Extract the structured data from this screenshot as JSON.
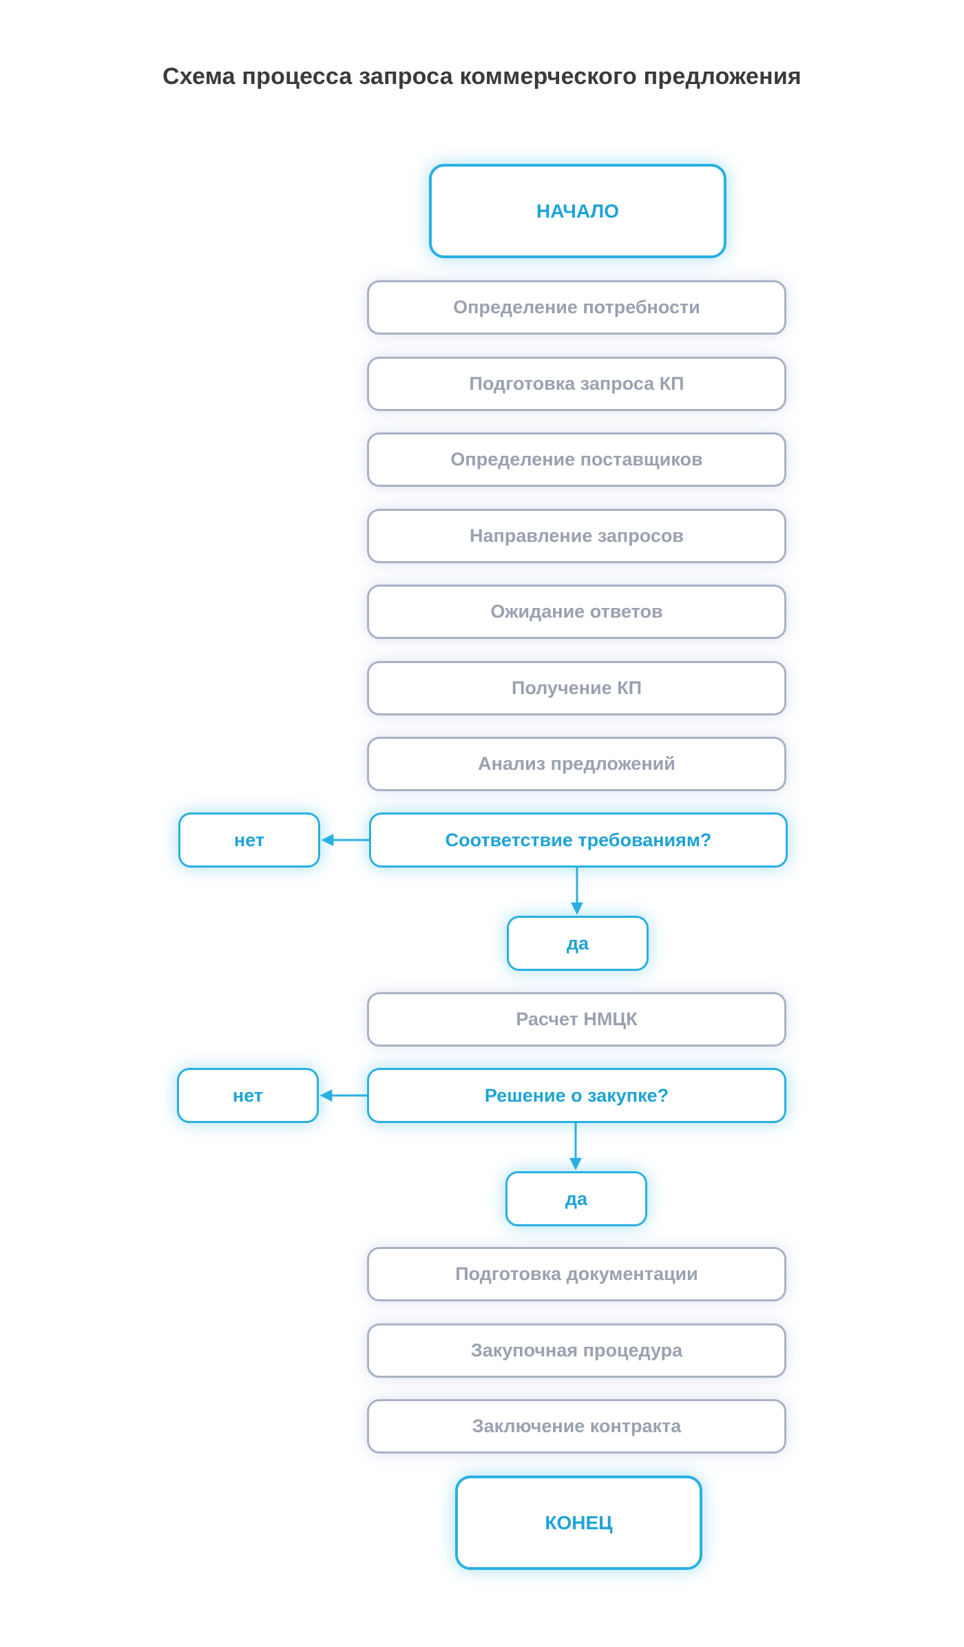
{
  "title": "Схема процесса запроса коммерческого предложения",
  "start": "НАЧАЛО",
  "steps_a": [
    "Определение потребности",
    "Подготовка запроса КП",
    "Определение поставщиков",
    "Направление запросов",
    "Ожидание ответов",
    "Получение КП",
    "Анализ предложений"
  ],
  "decision1": {
    "question": "Соответствие требованиям?",
    "no": "нет",
    "yes": "да"
  },
  "step_b": "Расчет НМЦК",
  "decision2": {
    "question": "Решение о закупке?",
    "no": "нет",
    "yes": "да"
  },
  "steps_c": [
    "Подготовка документации",
    "Закупочная процедура",
    "Заключение контракта"
  ],
  "end": "КОНЕЦ",
  "colors": {
    "accent": "#29b0e0",
    "step_border": "#a9b2c4",
    "step_text": "#9aa1b0",
    "title": "#3a3a3a"
  }
}
